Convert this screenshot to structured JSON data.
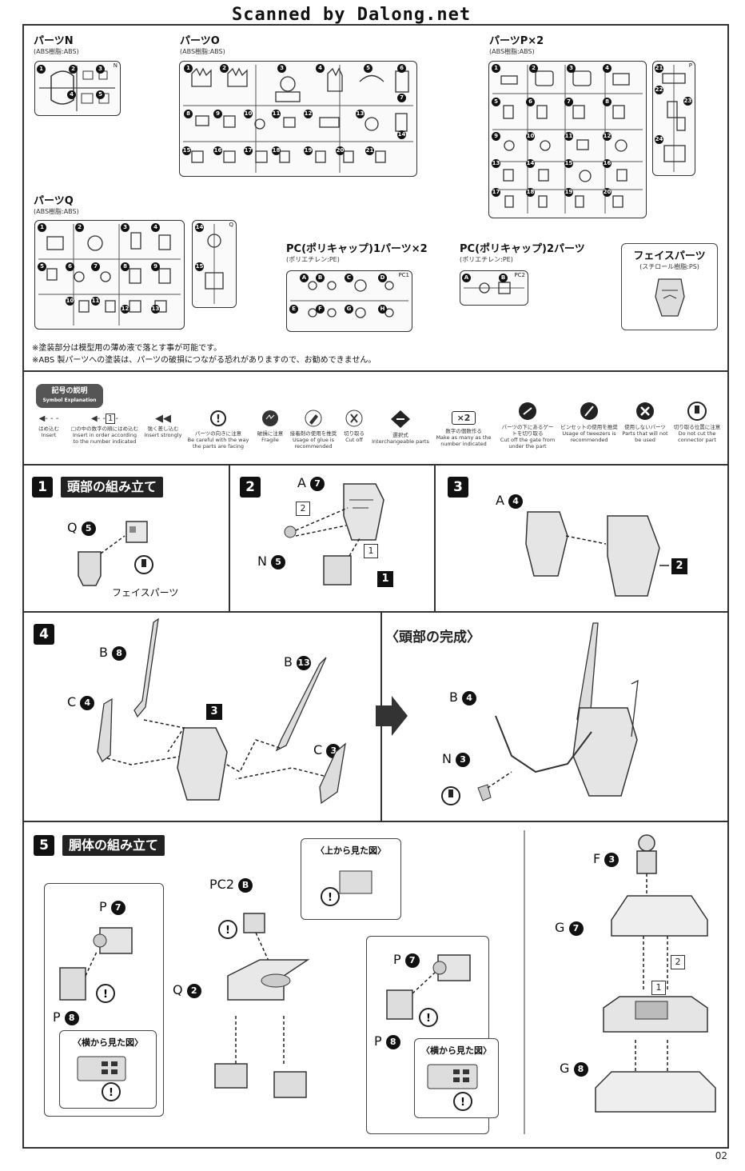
{
  "header": {
    "scan_credit": "Scanned by Dalong.net"
  },
  "parts": {
    "n": {
      "title": "パーツN",
      "material": "(ABS樹脂:ABS)",
      "tag": "N",
      "nums": [
        "1",
        "2",
        "3",
        "4",
        "5"
      ]
    },
    "o": {
      "title": "パーツO",
      "material": "(ABS樹脂:ABS)",
      "nums": [
        "1",
        "2",
        "3",
        "4",
        "5",
        "6",
        "7",
        "8",
        "9",
        "10",
        "11",
        "12",
        "13",
        "14",
        "15",
        "16",
        "17",
        "18",
        "19",
        "20",
        "21"
      ]
    },
    "p": {
      "title": "パーツP×2",
      "material": "(ABS樹脂:ABS)",
      "tag": "P",
      "nums": [
        "1",
        "2",
        "3",
        "4",
        "5",
        "6",
        "7",
        "8",
        "9",
        "10",
        "11",
        "12",
        "13",
        "14",
        "15",
        "16",
        "17",
        "18",
        "19",
        "20",
        "21",
        "22",
        "23",
        "24"
      ]
    },
    "q": {
      "title": "パーツQ",
      "material": "(ABS樹脂:ABS)",
      "tag": "Q",
      "nums": [
        "1",
        "2",
        "3",
        "4",
        "5",
        "6",
        "7",
        "8",
        "9",
        "10",
        "11",
        "12",
        "13",
        "14",
        "15"
      ]
    },
    "pc1": {
      "title": "PC(ポリキャップ)1パーツ×2",
      "material": "(ポリエチレン:PE)",
      "tag": "PC1",
      "letters": [
        "A",
        "B",
        "C",
        "D",
        "E",
        "F",
        "G",
        "H"
      ]
    },
    "pc2": {
      "title": "PC(ポリキャップ)2パーツ",
      "material": "(ポリエチレン:PE)",
      "tag": "PC2",
      "letters": [
        "A",
        "B"
      ]
    },
    "face": {
      "title": "フェイスパーツ",
      "material": "(スチロール樹脂:PS)"
    }
  },
  "notes": {
    "line1": "※塗装部分は模型用の薄め液で落とす事が可能です。",
    "line2": "※ABS 製パーツへの塗装は、パーツの破損につながる恐れがありますので、お勧めできません。"
  },
  "symbols": {
    "badge_ja": "記号の説明",
    "badge_en": "Symbol Explanation",
    "items": [
      {
        "ja": "はめ込む",
        "en": "Insert"
      },
      {
        "ja": "□の中の数字の順にはめ込む",
        "en": "Insert in order according to the number indicated"
      },
      {
        "ja": "強く差し込む",
        "en": "Insert strongly"
      },
      {
        "ja": "パーツの向きに注意",
        "en": "Be careful with the way the parts are facing"
      },
      {
        "ja": "破損に注意",
        "en": "Fragile"
      },
      {
        "ja": "接着剤の使用を推奨",
        "en": "Usage of glue is recommended"
      },
      {
        "ja": "切り取る",
        "en": "Cut off"
      },
      {
        "ja": "選択式",
        "en": "Interchangeable parts"
      },
      {
        "ja": "数字の個数作る",
        "en": "Make as many as the number indicated"
      },
      {
        "ja": "パーツの下にあるゲートを切り取る",
        "en": "Cut off the gate from under the part"
      },
      {
        "ja": "ピンセットの使用を推奨",
        "en": "Usage of tweezers is recommended"
      },
      {
        "ja": "使用しないパーツ",
        "en": "Parts that will not be used"
      },
      {
        "ja": "切り取る位置に注意",
        "en": "Do not cut the connector part"
      }
    ],
    "x2_label": "×2"
  },
  "steps": {
    "s1": {
      "num": "1",
      "title": "頭部の組み立て",
      "label_q": "Q",
      "q_num": "5",
      "face_label": "フェイスパーツ"
    },
    "s2": {
      "num": "2",
      "label_a": "A",
      "a_num": "7",
      "label_n": "N",
      "n_num": "5",
      "order1": "1",
      "order2": "2",
      "ref": "1"
    },
    "s3": {
      "num": "3",
      "label_a": "A",
      "a_num": "4",
      "ref": "2"
    },
    "s4": {
      "num": "4",
      "b": "B",
      "b_num": "8",
      "c": "C",
      "c_num": "4",
      "b2": "B",
      "b2_num": "13",
      "c2": "C",
      "c2_num": "3",
      "ref": "3"
    },
    "head": {
      "title": "〈頭部の完成〉",
      "b": "B",
      "b_num": "4",
      "n": "N",
      "n_num": "3"
    },
    "s5": {
      "num": "5",
      "title": "胴体の組み立て",
      "top_view": "〈上から見た図〉",
      "side_view": "〈横から見た図〉",
      "pc2": "PC2",
      "pc2_letter": "B",
      "p": "P",
      "p7": "7",
      "p8": "8",
      "q": "Q",
      "q2": "2",
      "f": "F",
      "f3": "3",
      "g": "G",
      "g7": "7",
      "g8": "8",
      "order1": "1",
      "order2": "2"
    }
  },
  "page_number": "02"
}
